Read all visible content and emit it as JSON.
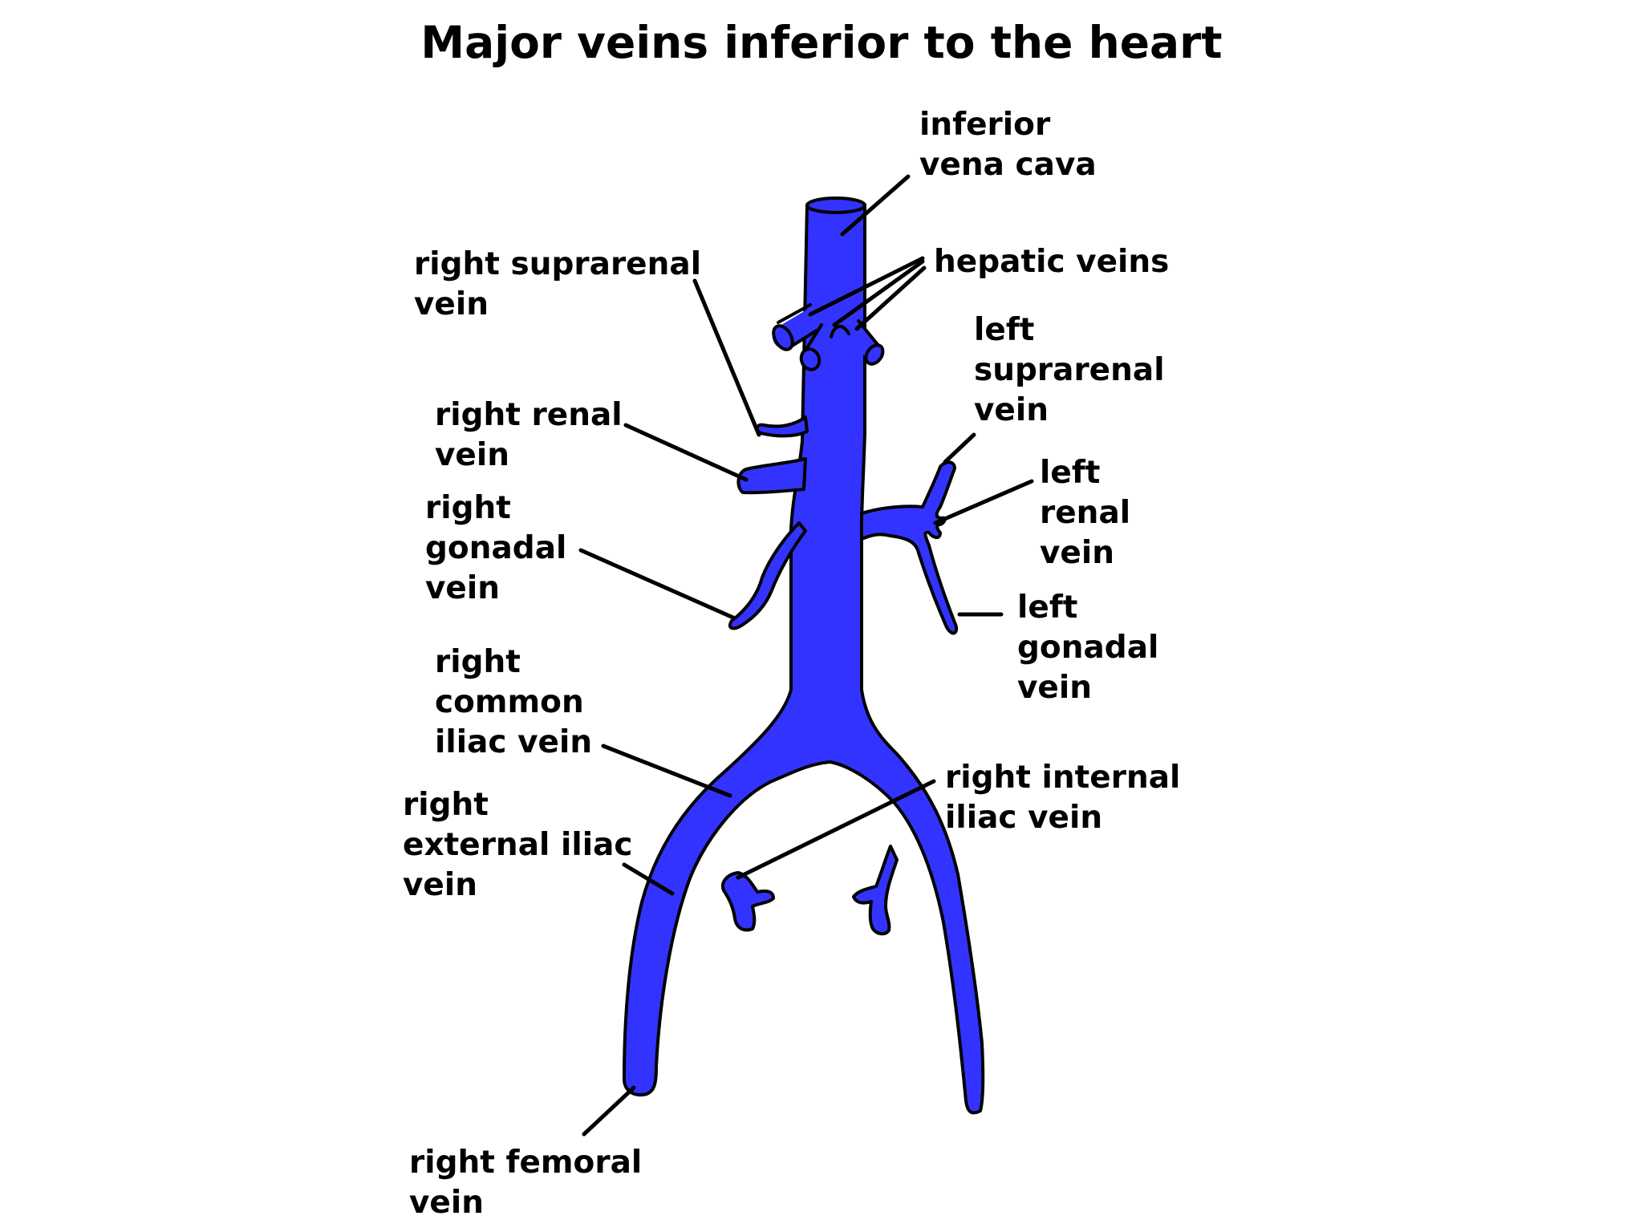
{
  "title": "Major veins inferior to the heart",
  "colors": {
    "vein_fill": "#3333ff",
    "outline": "#000000",
    "background": "#ffffff"
  },
  "labels": {
    "inferior_vena_cava": [
      "inferior",
      "vena cava"
    ],
    "hepatic_veins": [
      "hepatic veins"
    ],
    "right_suprarenal_vein": [
      "right suprarenal",
      "vein"
    ],
    "left_suprarenal_vein": [
      "left",
      "suprarenal",
      "vein"
    ],
    "right_renal_vein": [
      "right renal",
      "vein"
    ],
    "left_renal_vein": [
      "left",
      "renal",
      "vein"
    ],
    "right_gonadal_vein": [
      "right",
      "gonadal",
      "vein"
    ],
    "left_gonadal_vein": [
      "left",
      "gonadal",
      "vein"
    ],
    "right_common_iliac_vein": [
      "right",
      "common",
      "iliac vein"
    ],
    "right_internal_iliac_vein": [
      "right internal",
      "iliac vein"
    ],
    "right_external_iliac_vein": [
      "right",
      "external iliac",
      "vein"
    ],
    "right_femoral_vein": [
      "right femoral",
      "vein"
    ]
  }
}
